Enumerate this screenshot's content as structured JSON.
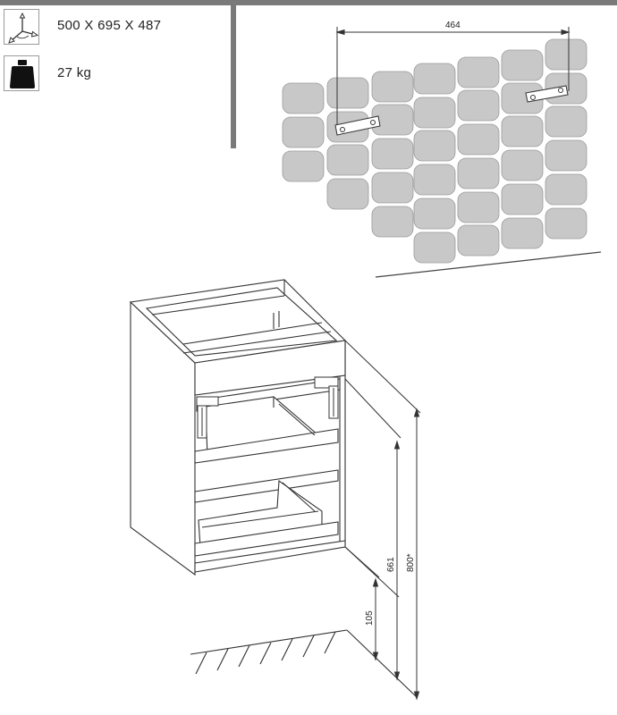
{
  "specs": {
    "dimensions": "500 X 695 X 487",
    "weight": "27  kg",
    "dimensions_icon": "xyz-axes-icon",
    "weight_icon": "weight-icon"
  },
  "wall_mount": {
    "bracket_spacing": "464"
  },
  "cabinet": {
    "height_total": "800*",
    "height_body": "661",
    "height_floor_gap": "105"
  }
}
